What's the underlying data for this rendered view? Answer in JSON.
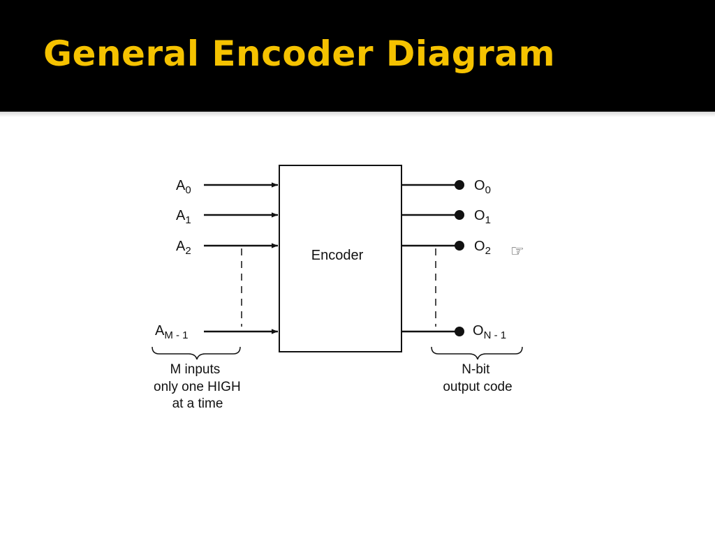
{
  "slide": {
    "title": "General Encoder Diagram",
    "title_color": "#f5c200",
    "header_background": "#000000"
  },
  "diagram": {
    "block_label": "Encoder",
    "inputs": [
      {
        "base": "A",
        "sub": "0"
      },
      {
        "base": "A",
        "sub": "1"
      },
      {
        "base": "A",
        "sub": "2"
      },
      {
        "base": "A",
        "sub": "M - 1"
      }
    ],
    "outputs": [
      {
        "base": "O",
        "sub": "0"
      },
      {
        "base": "O",
        "sub": "1"
      },
      {
        "base": "O",
        "sub": "2"
      },
      {
        "base": "O",
        "sub": "N - 1"
      }
    ],
    "input_caption": [
      "M inputs",
      "only one HIGH",
      "at a time"
    ],
    "output_caption": [
      "N-bit",
      "output code"
    ]
  },
  "icons": {
    "pointer": {
      "name": "pointing-hand-icon",
      "glyph": "☞"
    }
  }
}
